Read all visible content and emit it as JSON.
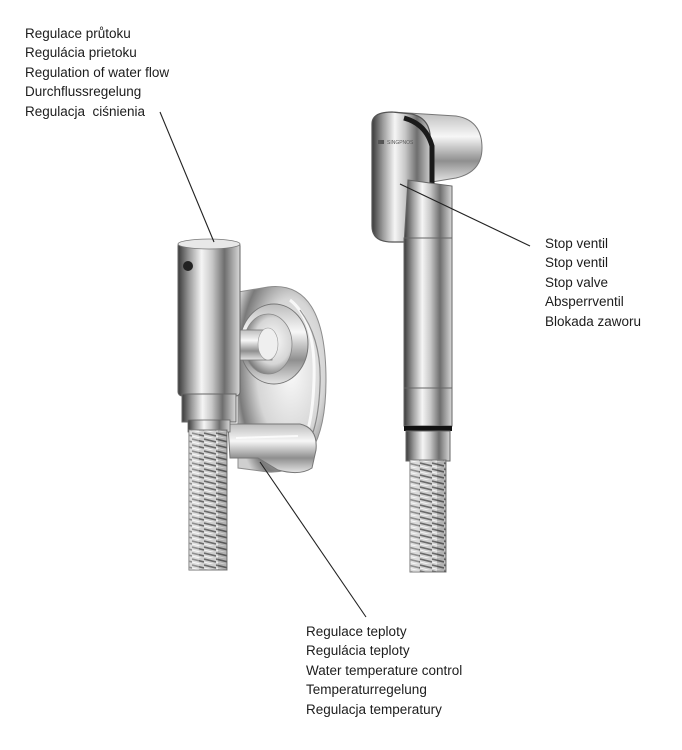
{
  "labels": {
    "flow": [
      "Regulace průtoku",
      "Regulácia prietoku",
      "Regulation of water flow",
      "Durchflussregelung",
      "Regulacja  ciśnienia"
    ],
    "stop": [
      "Stop ventil",
      "Stop ventil",
      "Stop valve",
      "Absperrventil",
      "Blokada zaworu"
    ],
    "temperature": [
      "Regulace teploty",
      "Regulácia teploty",
      "Water temperature control",
      "Temperaturregelung",
      "Regulacja temperatury"
    ]
  },
  "brand_mark": "SINGPNOS",
  "colors": {
    "chrome_dark": "#2a2a2a",
    "chrome_mid": "#8a8a8a",
    "chrome_light": "#f2f2f2",
    "text": "#1c1c1c",
    "leader": "#222222"
  }
}
